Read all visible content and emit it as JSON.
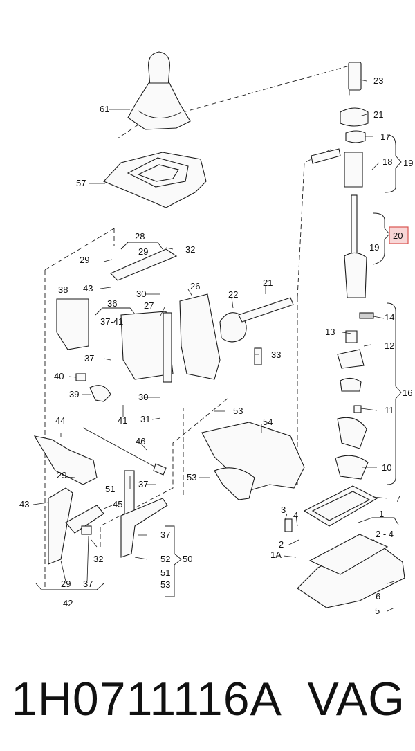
{
  "diagram": {
    "highlight_color": "#d9534f",
    "highlighted_callout": "20",
    "callouts": [
      "23",
      "21",
      "17",
      "18",
      "19",
      "20",
      "19",
      "14",
      "13",
      "12",
      "16",
      "11",
      "10",
      "7",
      "61",
      "57",
      "28",
      "29",
      "29",
      "32",
      "43",
      "30",
      "27",
      "26",
      "38",
      "36",
      "37-41",
      "37",
      "22",
      "21",
      "33",
      "40",
      "39",
      "41",
      "30",
      "31",
      "53",
      "54",
      "44",
      "46",
      "29",
      "37",
      "43",
      "45",
      "51",
      "37",
      "32",
      "52",
      "53",
      "50",
      "51",
      "53",
      "29",
      "37",
      "42",
      "3",
      "4",
      "2",
      "1A",
      "1",
      "2 - 4",
      "6",
      "5"
    ]
  },
  "footer": {
    "part_number": "1H0711116A",
    "brand": "VAG"
  }
}
